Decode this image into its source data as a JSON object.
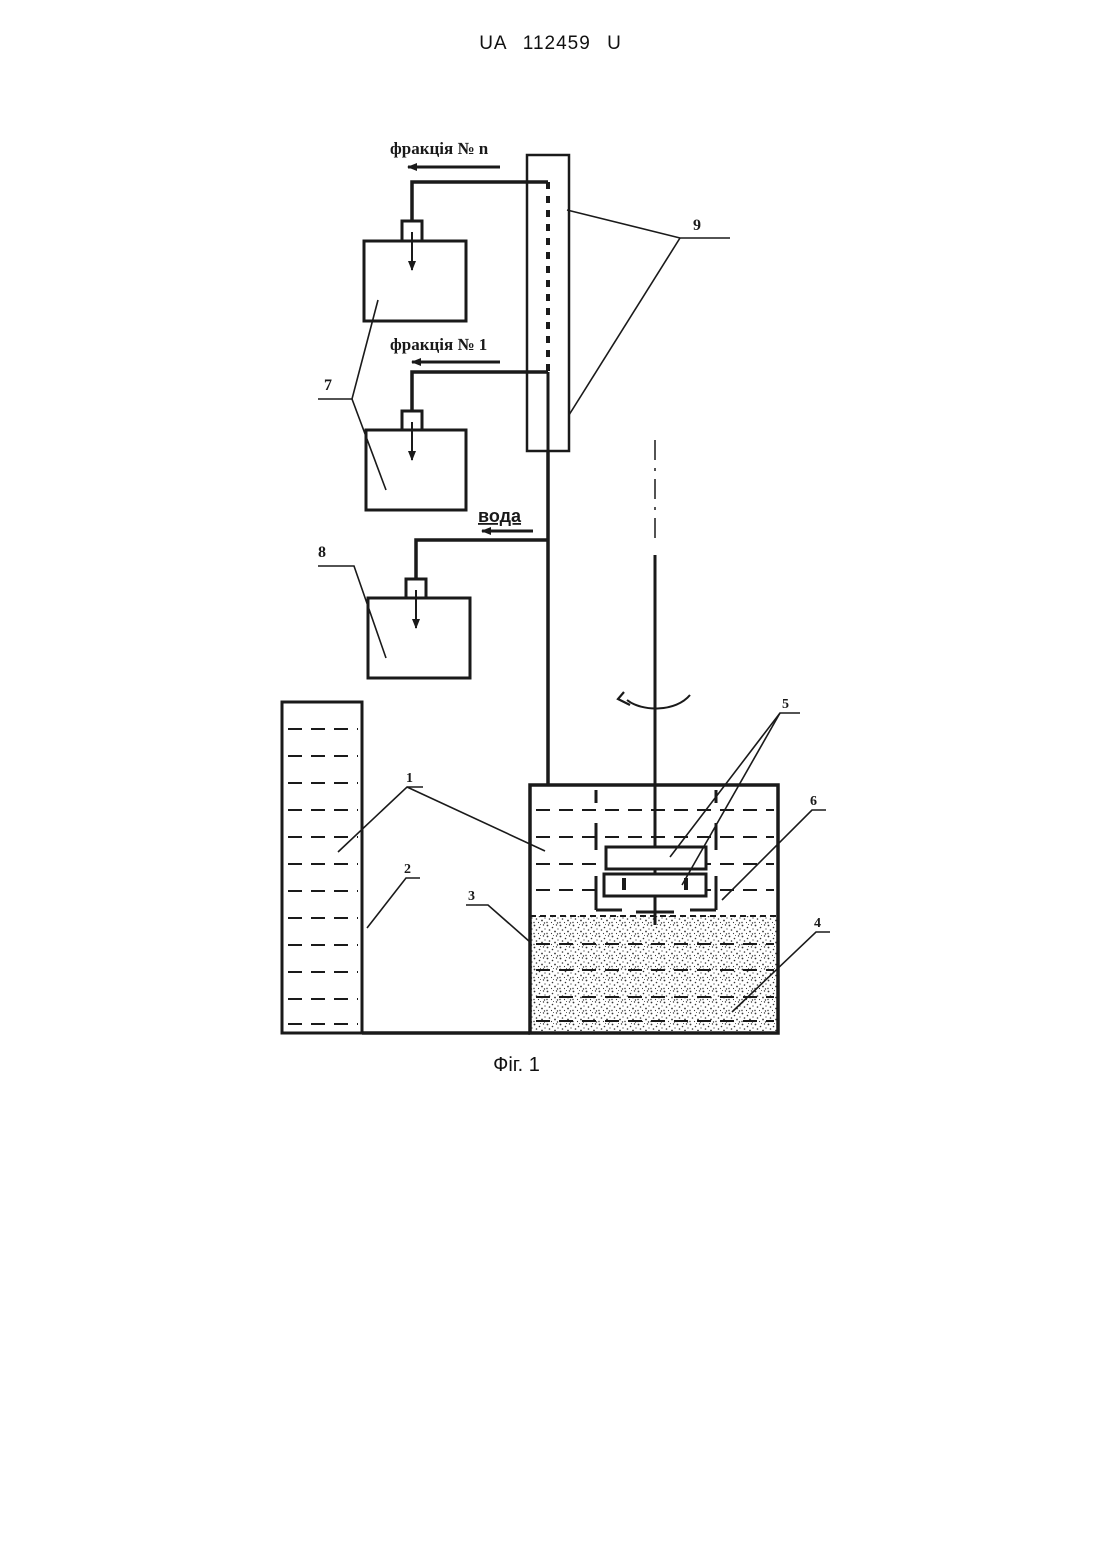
{
  "page": {
    "header": "UA 112459 U",
    "caption": "Фіг. 1"
  },
  "figure": {
    "outlets": {
      "fraction_n": "фракція № n",
      "fraction_1": "фракція № 1",
      "water": "вода"
    },
    "labels": {
      "l1": "1",
      "l2": "2",
      "l3": "3",
      "l4": "4",
      "l5": "5",
      "l6": "6",
      "l7": "7",
      "l8": "8",
      "l9": "9"
    }
  },
  "colors": {
    "ink": "#1a1a1a",
    "paper": "#ffffff"
  }
}
